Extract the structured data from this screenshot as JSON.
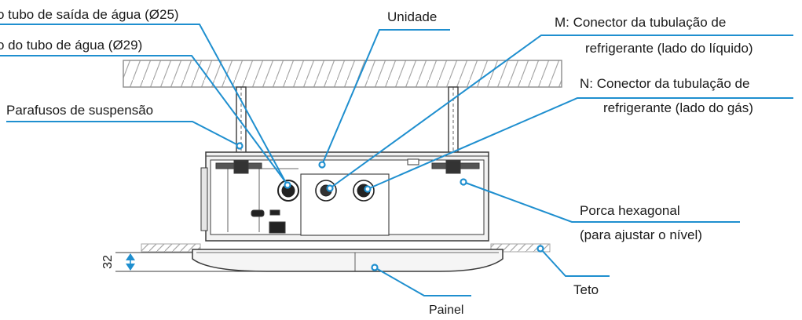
{
  "labels": {
    "outlet_pipe": "o tubo de saída de água (Ø25)",
    "water_pipe": "o do tubo de água (Ø29)",
    "unit": "Unidade",
    "liquid_line1": "M: Conector da tubulação de",
    "liquid_line2": "refrigerante (lado do líquido)",
    "gas_line1": "N: Conector da tubulação de",
    "gas_line2": "refrigerante (lado do gás)",
    "bolts": "Parafusos de suspensão",
    "hex_nut1": "Porca hexagonal",
    "hex_nut2": "(para ajustar o nível)",
    "ceiling": "Teto",
    "panel": "Painel",
    "dimension": "32"
  },
  "colors": {
    "leader": "#1f8fcf",
    "outline": "#3a3a3a",
    "hatch": "#a6a6a6",
    "unit_fill": "#f2f2f2",
    "panel_fill": "#f5f5f5"
  }
}
